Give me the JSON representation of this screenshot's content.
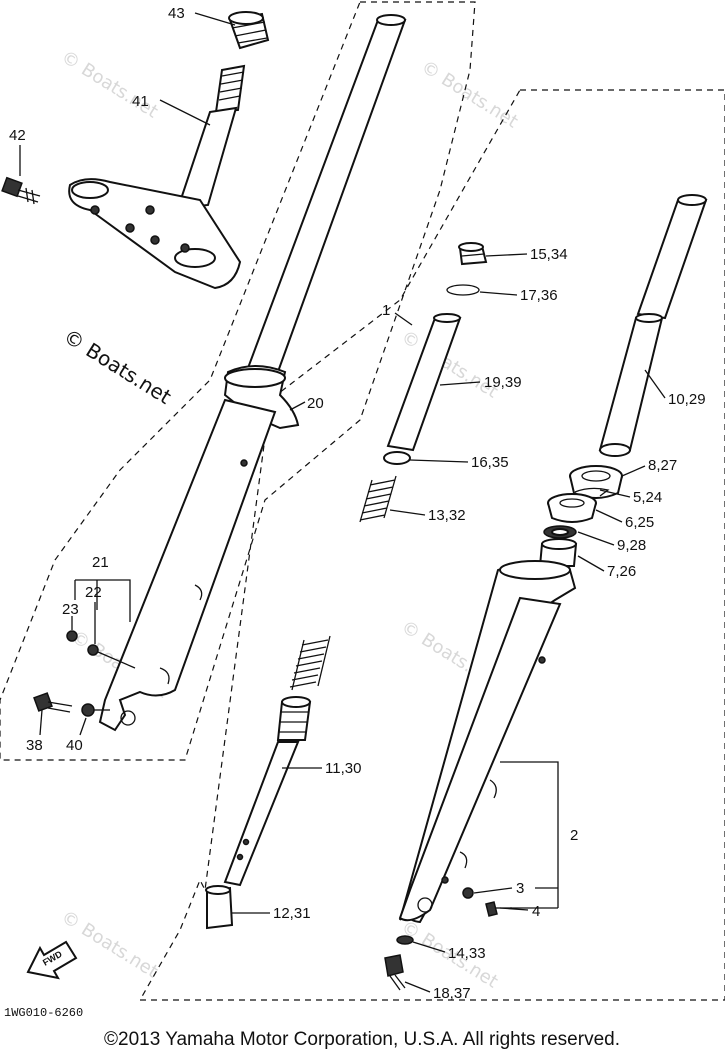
{
  "callouts": {
    "p43": "43",
    "p41": "41",
    "p42": "42",
    "p20": "20",
    "p21": "21",
    "p22": "22",
    "p23": "23",
    "p38": "38",
    "p40": "40",
    "p15_34": "15,34",
    "p17_36": "17,36",
    "p1": "1",
    "p19_39": "19,39",
    "p16_35": "16,35",
    "p13_32": "13,32",
    "p11_30": "11,30",
    "p12_31": "12,31",
    "p14_33": "14,33",
    "p18_37": "18,37",
    "p10_29": "10,29",
    "p8_27": "8,27",
    "p5_24": "5,24",
    "p6_25": "6,25",
    "p9_28": "9,28",
    "p7_26": "7,26",
    "p2": "2",
    "p3": "3",
    "p4": "4"
  },
  "watermark": "© Boats.net",
  "fwd_label": "FWD",
  "diagram_code": "1WG010-6260",
  "copyright": "©2013 Yamaha Motor Corporation, U.S.A. All rights reserved."
}
